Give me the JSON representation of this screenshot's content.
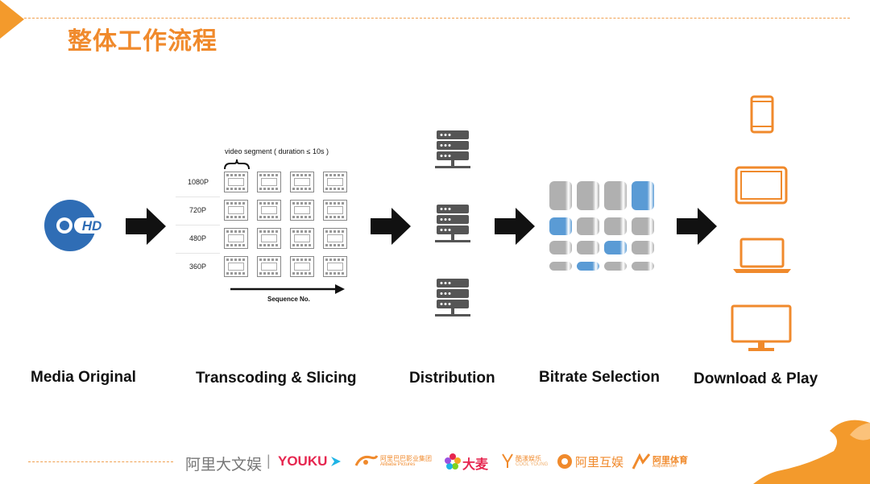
{
  "header": {
    "title": "整体工作流程"
  },
  "icons": {
    "corner_top_left": "orange-triangle-icon",
    "hd": "hd-disc-icon",
    "arrow": "right-arrow-icon",
    "server": "server-icon",
    "phone": "phone-icon",
    "tablet": "tablet-icon",
    "laptop": "laptop-icon",
    "monitor": "monitor-icon",
    "corner_bottom_right": "orange-fox-tail-icon"
  },
  "hd_label": "HD",
  "transcode": {
    "segment_label": "video segment ( duration ≤ 10s )",
    "resolutions": [
      "1080P",
      "720P",
      "480P",
      "360P"
    ],
    "sequence_label": "Sequence No."
  },
  "stages": [
    "Media Original",
    "Transcoding & Slicing",
    "Distribution",
    "Bitrate Selection",
    "Download & Play"
  ],
  "bitrate_matrix": [
    [
      "gray",
      "gray",
      "gray",
      "blue"
    ],
    [
      "blue",
      "gray",
      "gray",
      "gray"
    ],
    [
      "gray",
      "gray",
      "blue",
      "gray"
    ],
    [
      "gray",
      "blue",
      "gray",
      "gray"
    ]
  ],
  "colors": {
    "accent": "#f08a2c",
    "blue": "#5a9bd5",
    "gray": "#b0b0b0",
    "dark": "#111111",
    "hd_blue": "#2f6db5"
  },
  "footer": {
    "brand_main": "阿里大文娱",
    "separator": "|",
    "youku": "YOUKU",
    "alibaba_pictures_cn": "阿里巴巴影业集团",
    "alibaba_pictures_en": "Alibaba Pictures",
    "damai": "大麦",
    "kuxun_cn": "酷漾娱乐",
    "kuxun_en": "COOL YOUNG",
    "ali_huyu": "阿里互娱",
    "alisports_cn": "阿里体育",
    "alisports_en": "Alisports.com"
  }
}
